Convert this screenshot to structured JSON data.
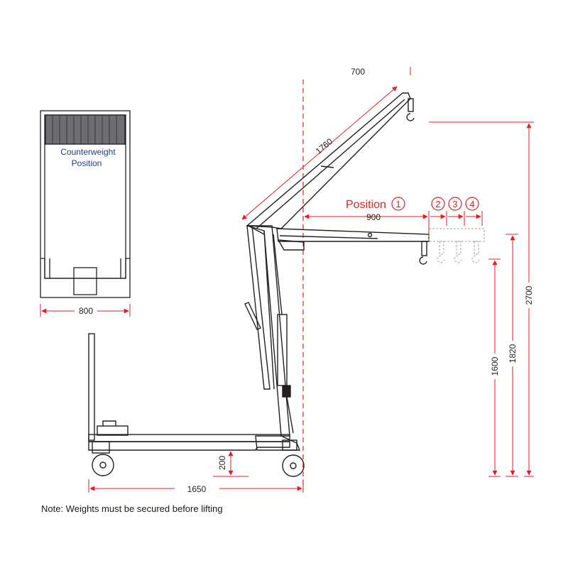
{
  "colors": {
    "dimension": "#e31e24",
    "outline": "#231f20",
    "counterweight_fill": "#6d6e71",
    "label_blue": "#1f3c88",
    "ghost": "#b5b5b5"
  },
  "top_view": {
    "counterweight_label_line1": "Counterweight",
    "counterweight_label_line2": "Position",
    "width": "800"
  },
  "dimensions": {
    "jib_offset": "700",
    "boom_length": "1760",
    "reach_position1": "900",
    "base_length": "1650",
    "ground_clearance": "200",
    "hook_height_position1": "1600",
    "hook_height_boom_end": "1820",
    "max_height": "2700"
  },
  "positions": {
    "label": "Position",
    "numbers": [
      "1",
      "2",
      "3",
      "4"
    ]
  },
  "note": "Note: Weights must be secured before lifting"
}
